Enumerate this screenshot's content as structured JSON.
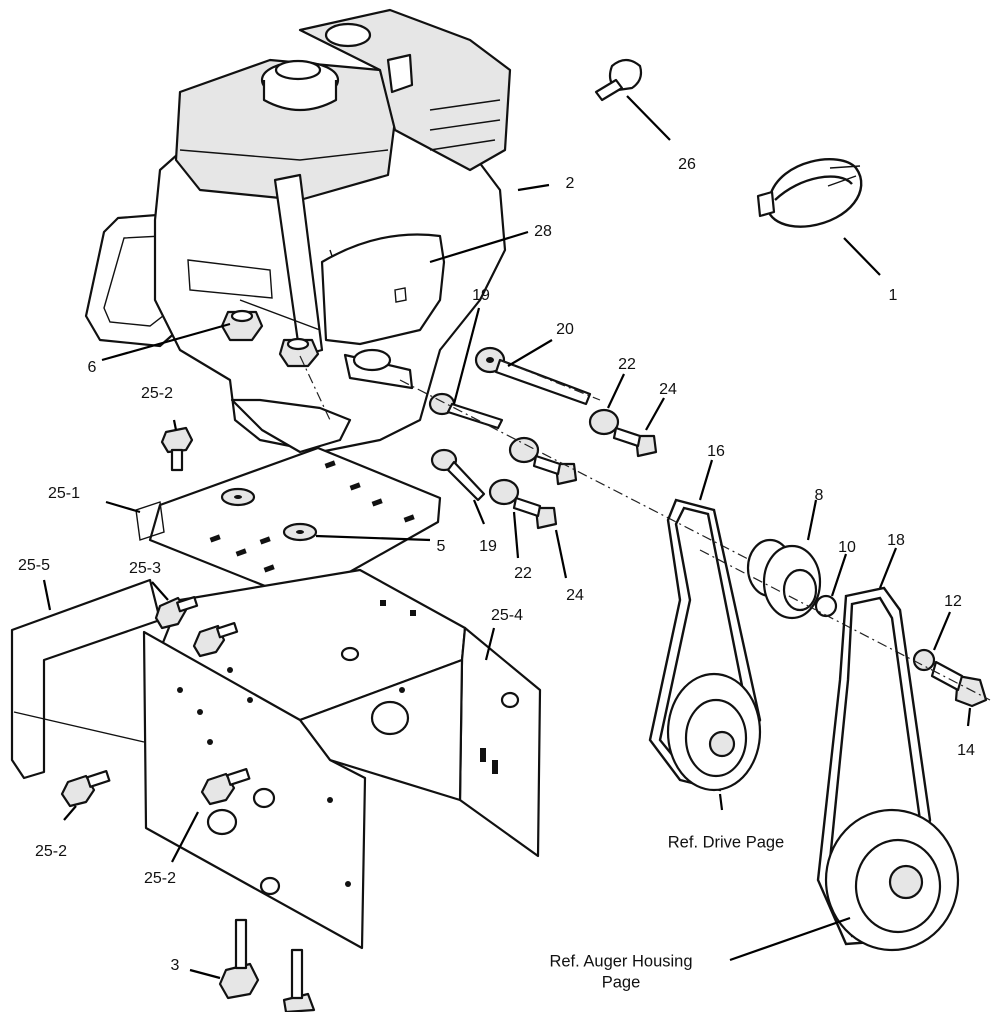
{
  "callouts": {
    "c1": "1",
    "c2": "2",
    "c3": "3",
    "c5": "5",
    "c6": "6",
    "c8": "8",
    "c10": "10",
    "c12": "12",
    "c14": "14",
    "c16": "16",
    "c18": "18",
    "c19a": "19",
    "c19b": "19",
    "c20": "20",
    "c22a": "22",
    "c22b": "22",
    "c24a": "24",
    "c24b": "24",
    "c25_1": "25-1",
    "c25_2a": "25-2",
    "c25_2b": "25-2",
    "c25_2c": "25-2",
    "c25_3": "25-3",
    "c25_4": "25-4",
    "c25_5": "25-5",
    "c26": "26",
    "c28": "28"
  },
  "notes": {
    "drive": "Ref. Drive Page",
    "auger_line1": "Ref. Auger Housing",
    "auger_line2": "Page"
  },
  "colors": {
    "line": "#111111",
    "background": "#ffffff",
    "shade": "#e6e6e6"
  }
}
